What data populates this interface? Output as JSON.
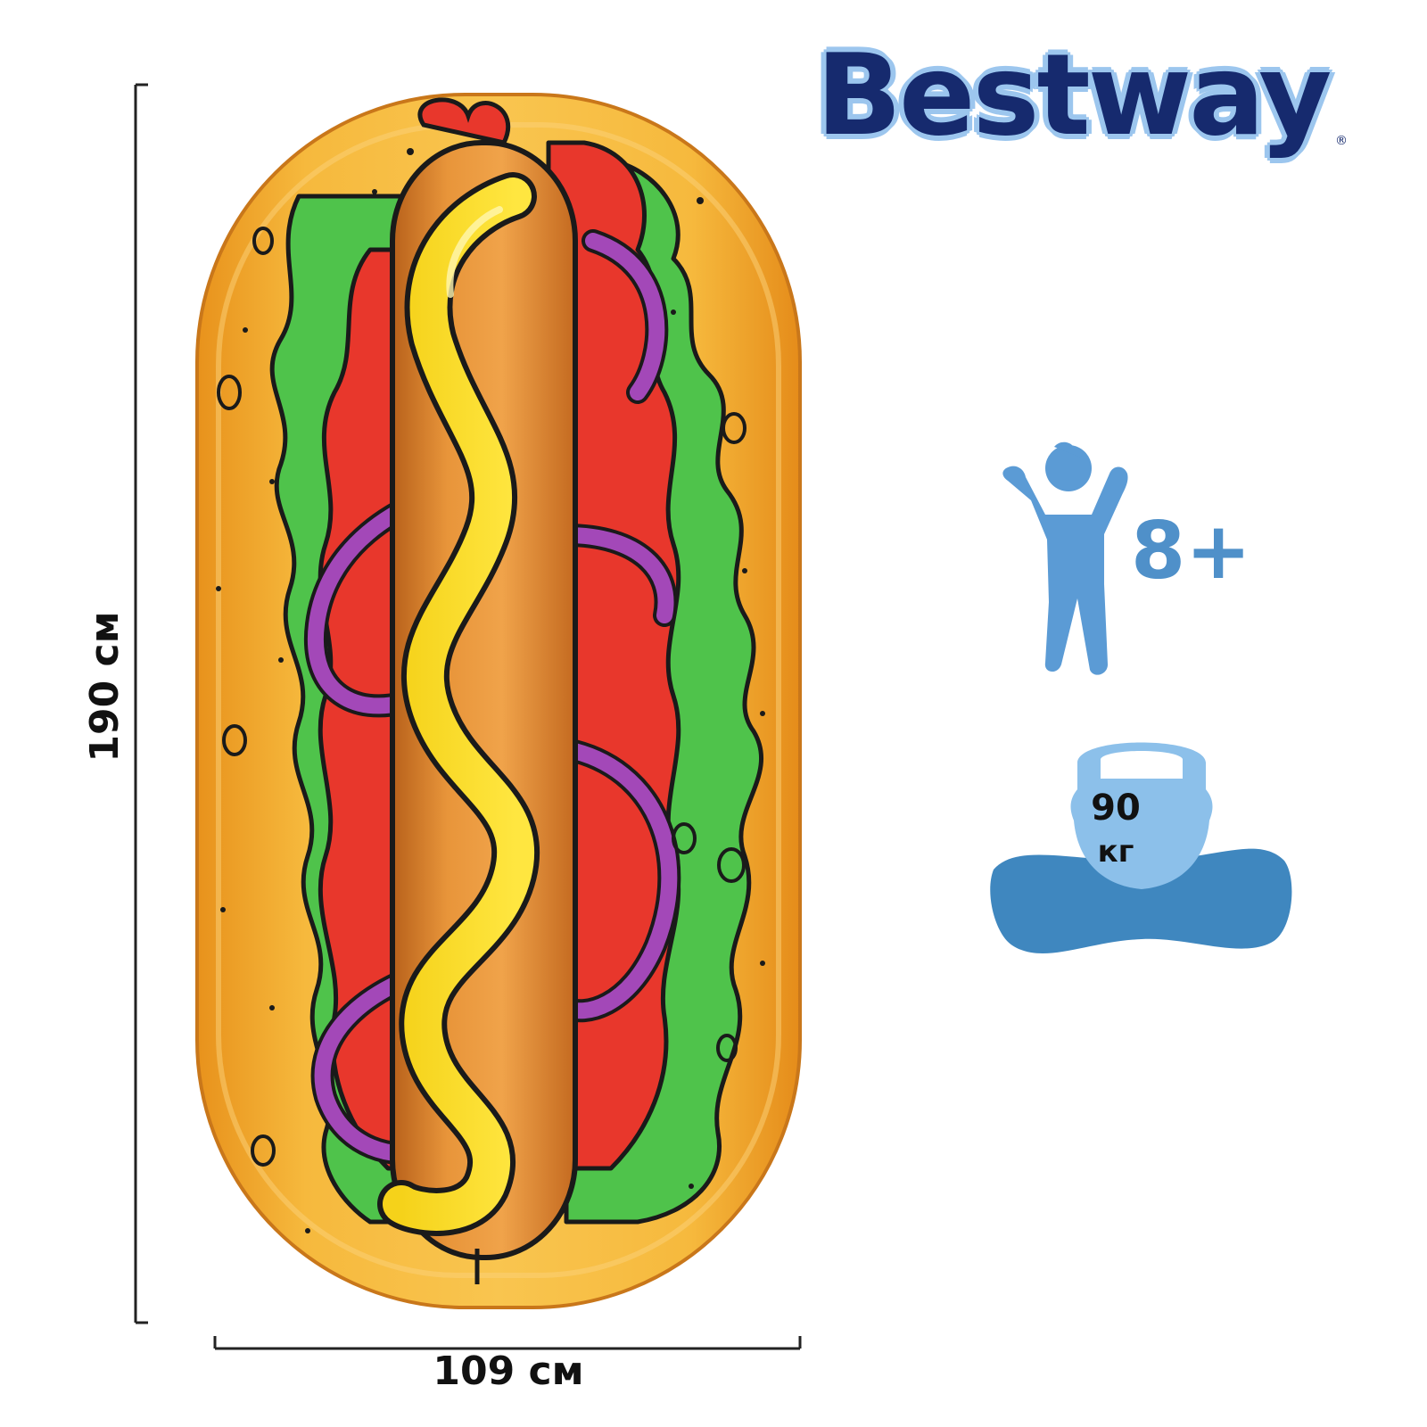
{
  "brand": {
    "logo_text": "Bestway",
    "registered_mark": "®",
    "text_color": "#162a6e",
    "outline_color": "#9cc6ee"
  },
  "product": {
    "image_icon": "hotdog-float-icon",
    "height_label": "190 см",
    "width_label": "109 см"
  },
  "badges": {
    "age": {
      "icon": "child-icon",
      "label": "8+",
      "color": "#5b9bd5"
    },
    "weight": {
      "icon": "kettlebell-icon",
      "value": "90",
      "unit": "кг",
      "kettlebell_color": "#8cc0ea",
      "mat_color": "#3f87bf"
    }
  }
}
